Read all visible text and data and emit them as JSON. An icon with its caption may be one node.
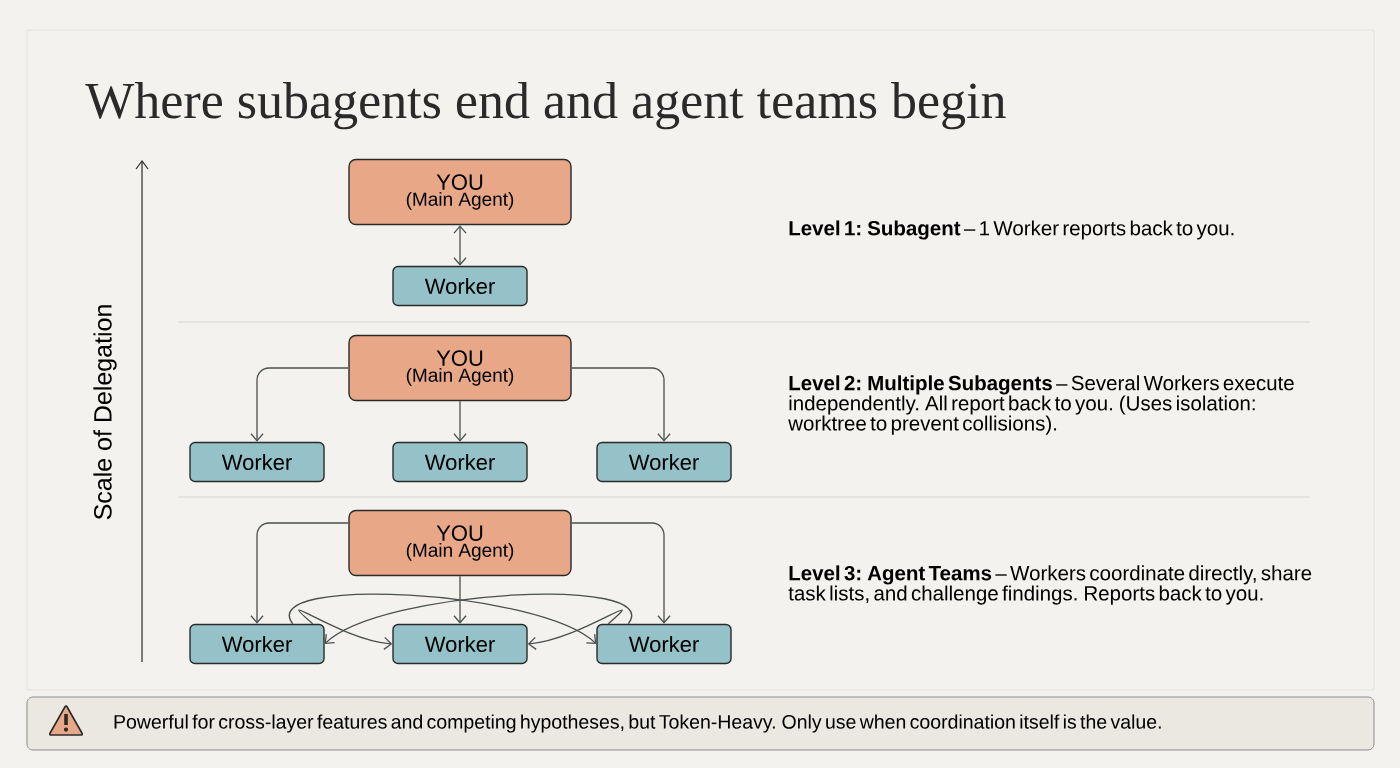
{
  "diagram": {
    "title": "Where subagents end and agent teams begin",
    "nodes": [
      {
        "text": [
          "YOU",
          "(Main Agent)"
        ]
      },
      {
        "text": [
          "Worker"
        ]
      },
      {
        "text": [
          "YOU",
          "(Main Agent)"
        ]
      },
      {
        "text": [
          "Worker"
        ]
      },
      {
        "text": [
          "Worker"
        ]
      },
      {
        "text": [
          "Worker"
        ]
      },
      {
        "text": [
          "YOU",
          "(Main Agent)"
        ]
      },
      {
        "text": [
          "Worker"
        ]
      },
      {
        "text": [
          "Worker"
        ]
      },
      {
        "text": [
          "Worker"
        ]
      },
      {
        "text": [
          "Powerful for cross-layer features and competing hypotheses, but Token-Heavy. Only use when coordination itself is the value."
        ]
      }
    ],
    "edges": [
      {
        "from": 0,
        "to": 1,
        "arrow": "both"
      },
      {
        "from": 2,
        "to": 3,
        "arrow": "to"
      },
      {
        "from": 2,
        "to": 4,
        "arrow": "to"
      },
      {
        "from": 2,
        "to": 5,
        "arrow": "to"
      },
      {
        "from": 6,
        "to": 7,
        "arrow": "to"
      },
      {
        "from": 6,
        "to": 8,
        "arrow": "to"
      },
      {
        "from": 6,
        "to": 9,
        "arrow": "to"
      },
      {
        "from": 7,
        "to": 8,
        "arrow": "to"
      },
      {
        "from": 7,
        "to": 9,
        "arrow": "to"
      },
      {
        "from": 9,
        "to": 8,
        "arrow": "to"
      },
      {
        "from": 9,
        "to": 7,
        "arrow": "to"
      }
    ],
    "labels": [
      "Scale of Delegation",
      "**Level 1: Subagent** – 1 Worker reports back to you.",
      "**Level 2: Multiple Subagents** – Several Workers execute independently. All report back to you. (Uses isolation: worktree to prevent collisions).",
      "**Level 3: Agent Teams** – Workers coordinate directly, share task lists, and challenge findings. Reports back to you."
    ]
  }
}
